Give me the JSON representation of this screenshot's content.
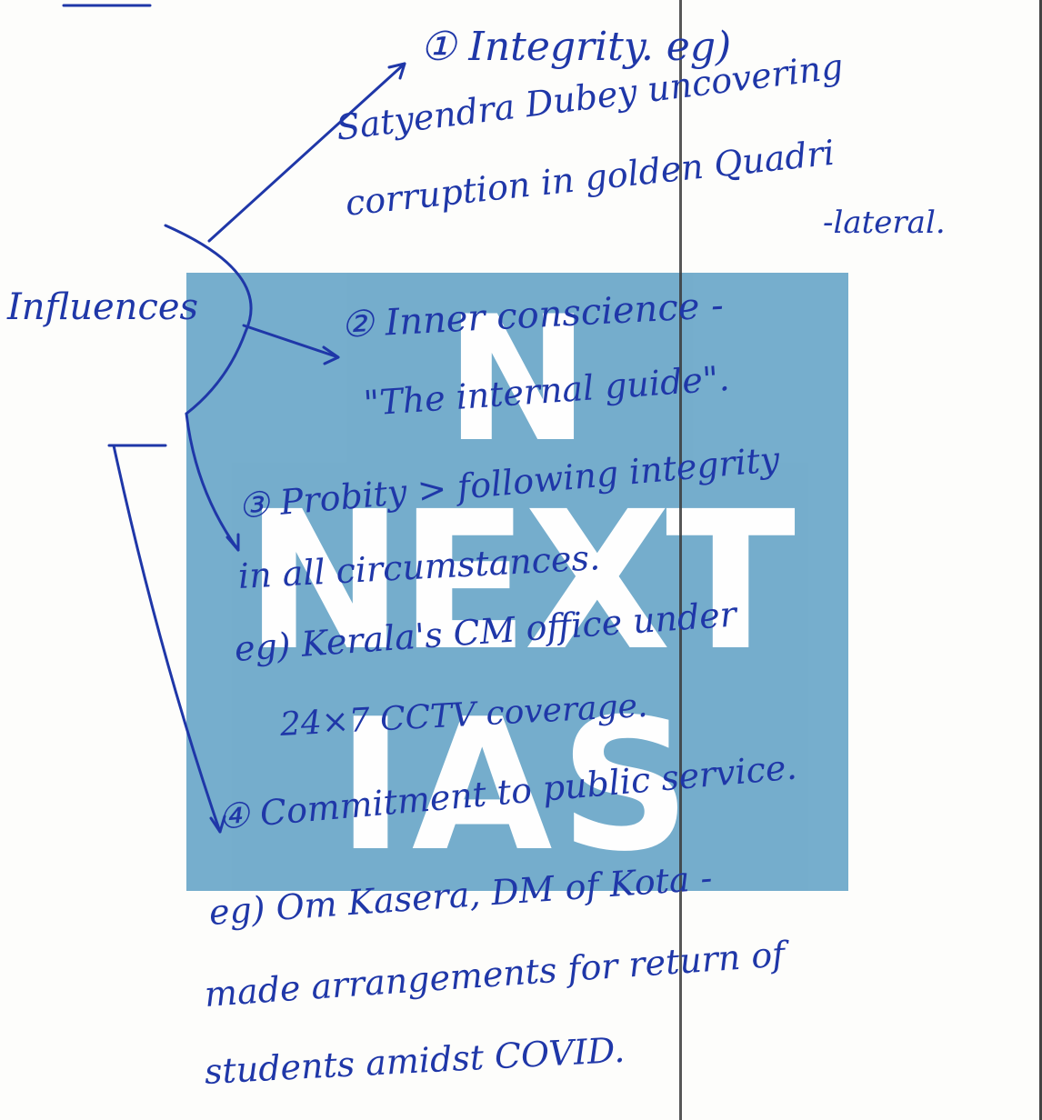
{
  "watermark": {
    "line1": "N",
    "line2": "NEXT",
    "line3": "IAS"
  },
  "notes": {
    "center_label": "Influences",
    "point1_title": "① Integrity. eg)",
    "point1_line1": "Satyendra Dubey uncovering",
    "point1_line2": "corruption in golden Quadri",
    "point1_line3": "-lateral.",
    "point2_title": "② Inner conscience -",
    "point2_line1": "\"The internal guide\".",
    "point3_title": "③ Probity > following integrity",
    "point3_line1": "in all circumstances.",
    "point3_line2": "eg) Kerala's CM office under",
    "point3_line3": "24×7  CCTV coverage.",
    "point4_title": "④ Commitment to public service.",
    "point4_line1": "eg) Om Kasera,  DM of Kota -",
    "point4_line2": "made arrangements for return of",
    "point4_line3": "students amidst COVID."
  },
  "colors": {
    "ink": "#1f37a8",
    "watermark": "#4f97c0"
  }
}
